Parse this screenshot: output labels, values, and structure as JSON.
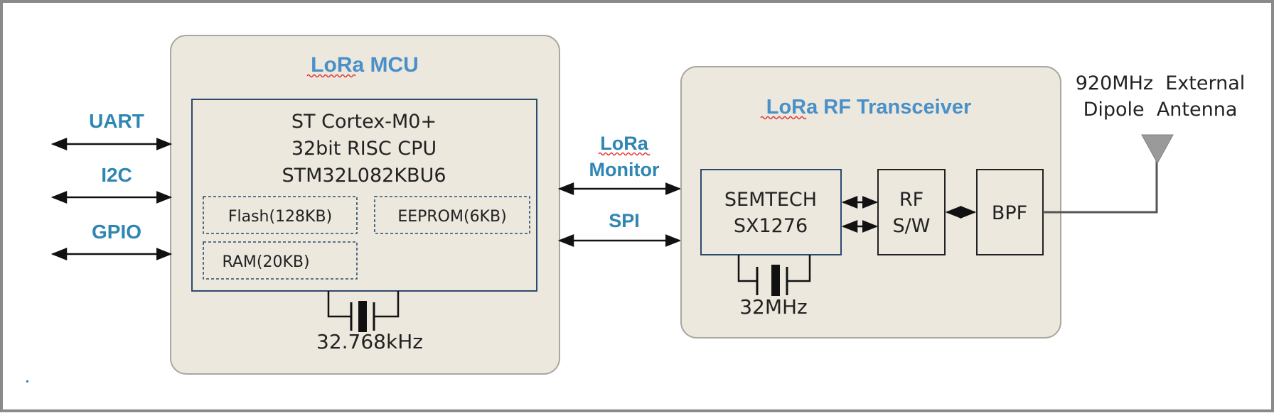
{
  "mcu": {
    "title": "LoRa MCU",
    "cpu_lines": [
      "ST Cortex-M0+",
      "32bit RISC CPU",
      "STM32L082KBU6"
    ],
    "memory": {
      "flash": "Flash(128KB)",
      "eeprom": "EEPROM(6KB)",
      "ram": "RAM(20KB)"
    },
    "crystal_label": "32.768kHz"
  },
  "interfaces": {
    "uart": "UART",
    "i2c": "I2C",
    "gpio": "GPIO"
  },
  "links": {
    "monitor_line1": "LoRa",
    "monitor_line2": "Monitor",
    "spi": "SPI"
  },
  "rf": {
    "title": "LoRa RF Transceiver",
    "chip_line1": "SEMTECH",
    "chip_line2": "SX1276",
    "switch_line1": "RF",
    "switch_line2": "S/W",
    "filter": "BPF",
    "crystal_label": "32MHz"
  },
  "antenna": {
    "line1": "920MHz  External",
    "line2": "Dipole  Antenna"
  },
  "colors": {
    "panel_fill": "#ece8de",
    "panel_stroke": "#a9a79f",
    "box_stroke": "#2c4a6e",
    "title_blue": "#4a90c8",
    "label_teal": "#2f86b3",
    "frame": "#8a8a8a"
  }
}
